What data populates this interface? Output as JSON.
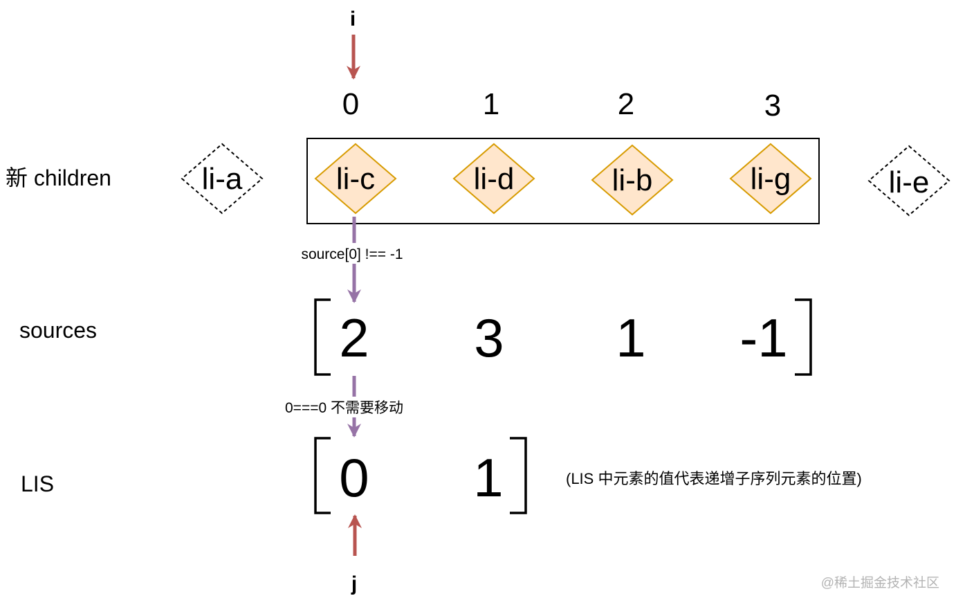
{
  "pointers": {
    "i": "i",
    "j": "j"
  },
  "indices": [
    "0",
    "1",
    "2",
    "3"
  ],
  "row_labels": {
    "new_children": "新 children",
    "sources": "sources",
    "lis": "LIS"
  },
  "new_children": {
    "outside_left": "li-a",
    "inside": [
      "li-c",
      "li-d",
      "li-b",
      "li-g"
    ],
    "outside_right": "li-e"
  },
  "sources": [
    "2",
    "3",
    "1",
    "-1"
  ],
  "lis": [
    "0",
    "1"
  ],
  "edge_labels": {
    "top": "source[0] !== -1",
    "middle": "0===0 不需要移动"
  },
  "note": "(LIS 中元素的值代表递增子序列元素的位置)",
  "watermark": "@稀土掘金技术社区",
  "colors": {
    "pointer_arrow": "#b85450",
    "flow_arrow": "#9673a6",
    "node_fill": "#ffe6cc",
    "node_stroke": "#d79b00"
  }
}
